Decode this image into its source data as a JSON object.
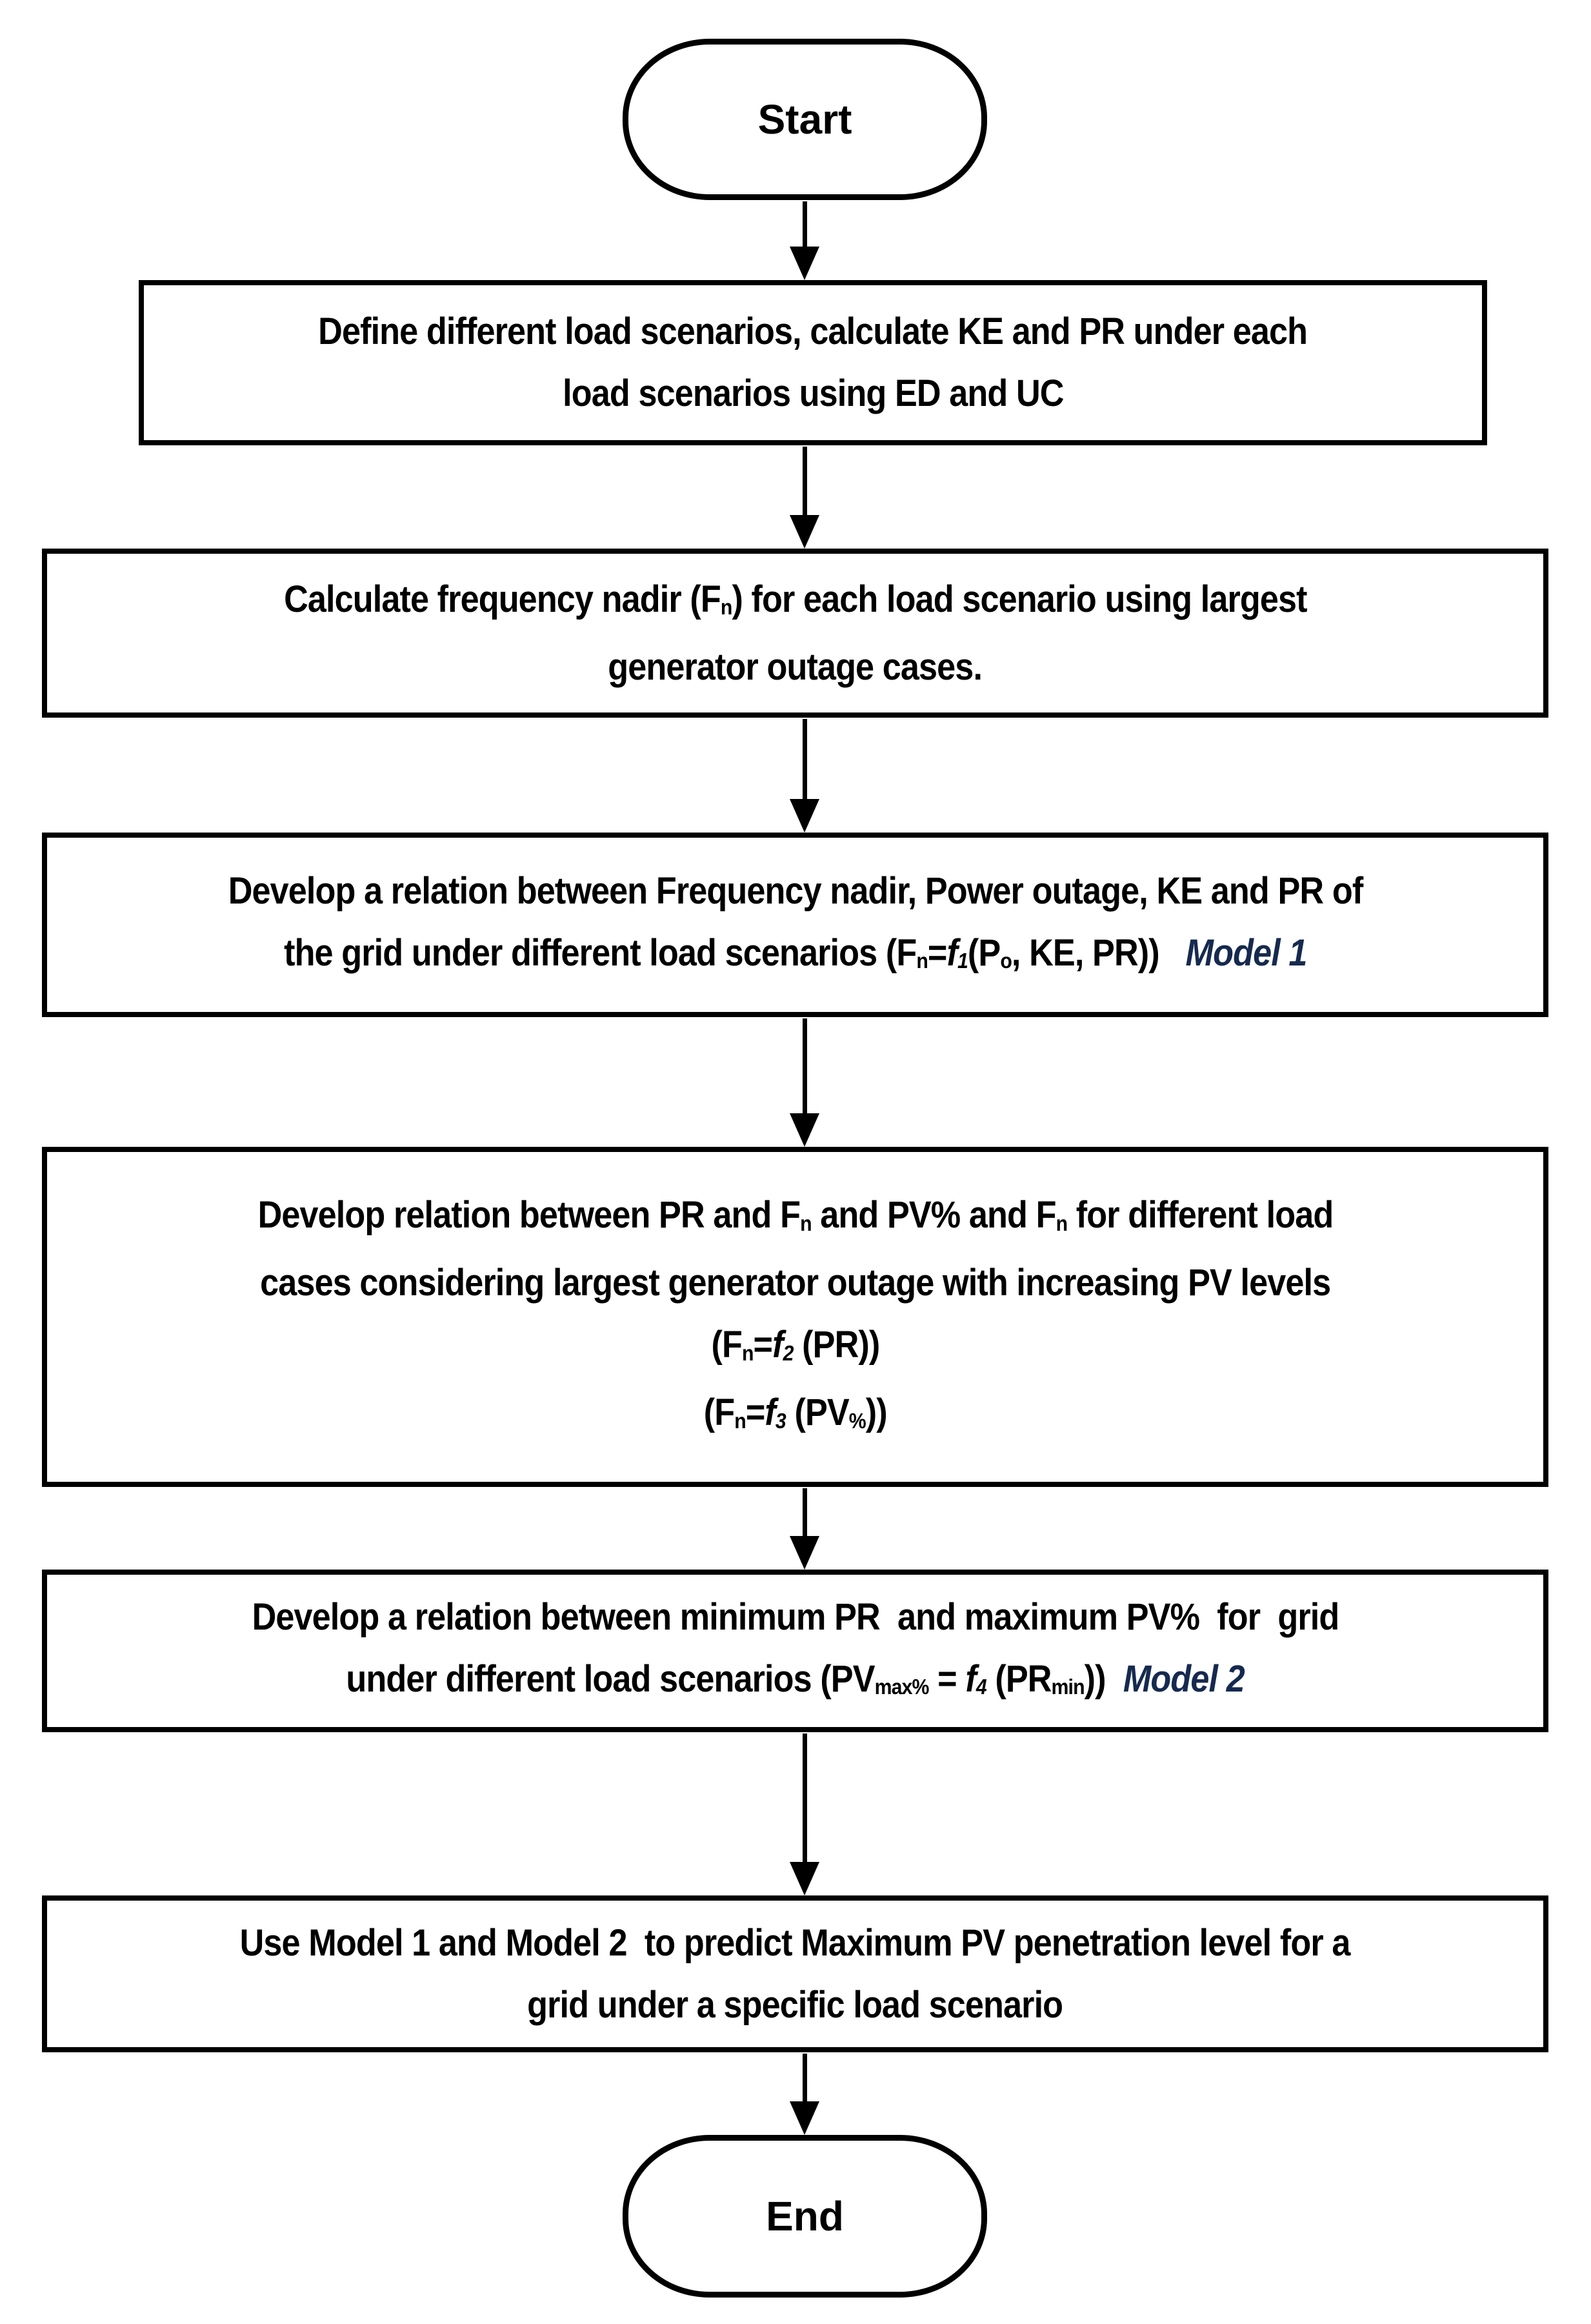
{
  "diagram": {
    "colors": {
      "model_label": "#162a4f",
      "line": "#000000",
      "background": "#ffffff"
    },
    "start_label": "Start",
    "end_label": "End",
    "boxes": [
      {
        "name": "define-load-scenarios",
        "lines": [
          [
            {
              "t": "Define different load scenarios, calculate KE and PR under each"
            }
          ],
          [
            {
              "t": "load scenarios using ED and UC"
            }
          ]
        ]
      },
      {
        "name": "calculate-frequency-nadir",
        "lines": [
          [
            {
              "t": "Calculate frequency nadir (F"
            },
            {
              "t": "n",
              "sub": true
            },
            {
              "t": ") for each load scenario using largest"
            }
          ],
          [
            {
              "t": "generator outage cases."
            }
          ]
        ]
      },
      {
        "name": "develop-model-1",
        "lines": [
          [
            {
              "t": "Develop a relation between Frequency nadir, Power outage, KE and PR of"
            }
          ],
          [
            {
              "t": "the grid under different load scenarios (F"
            },
            {
              "t": "n",
              "sub": true
            },
            {
              "t": "="
            },
            {
              "t": "f",
              "i": true
            },
            {
              "t": "1",
              "sub": true,
              "i": true
            },
            {
              "t": "(P"
            },
            {
              "t": "o",
              "sub": true
            },
            {
              "t": ", KE, PR))"
            },
            {
              "t": "   "
            },
            {
              "t": "Model 1",
              "model": true
            }
          ]
        ]
      },
      {
        "name": "develop-pr-pv-relations",
        "lines": [
          [
            {
              "t": "Develop relation between PR and F"
            },
            {
              "t": "n",
              "sub": true
            },
            {
              "t": " and PV% and F"
            },
            {
              "t": "n",
              "sub": true
            },
            {
              "t": " for different load"
            }
          ],
          [
            {
              "t": "cases considering largest generator outage with increasing PV levels"
            }
          ],
          [
            {
              "t": "(F"
            },
            {
              "t": "n",
              "sub": true
            },
            {
              "t": "="
            },
            {
              "t": "f",
              "i": true
            },
            {
              "t": "2",
              "sub": true,
              "i": true
            },
            {
              "t": " (PR))"
            }
          ],
          [
            {
              "t": "(F"
            },
            {
              "t": "n",
              "sub": true
            },
            {
              "t": "="
            },
            {
              "t": "f",
              "i": true
            },
            {
              "t": "3",
              "sub": true,
              "i": true
            },
            {
              "t": " (PV"
            },
            {
              "t": "%",
              "sub": true
            },
            {
              "t": "))"
            }
          ]
        ]
      },
      {
        "name": "develop-model-2",
        "lines": [
          [
            {
              "t": "Develop a relation between minimum PR  and maximum PV%  for  grid"
            }
          ],
          [
            {
              "t": "under different load scenarios (PV"
            },
            {
              "t": "max%",
              "sub": true
            },
            {
              "t": " = "
            },
            {
              "t": "f",
              "i": true
            },
            {
              "t": "4",
              "sub": true,
              "i": true
            },
            {
              "t": " (PR"
            },
            {
              "t": "min",
              "sub": true
            },
            {
              "t": "))  "
            },
            {
              "t": "Model 2",
              "model": true
            }
          ]
        ]
      },
      {
        "name": "predict-max-pv",
        "lines": [
          [
            {
              "t": "Use Model 1 and Model 2  to predict Maximum PV penetration level for a"
            }
          ],
          [
            {
              "t": "grid under a specific load scenario"
            }
          ]
        ]
      }
    ]
  }
}
